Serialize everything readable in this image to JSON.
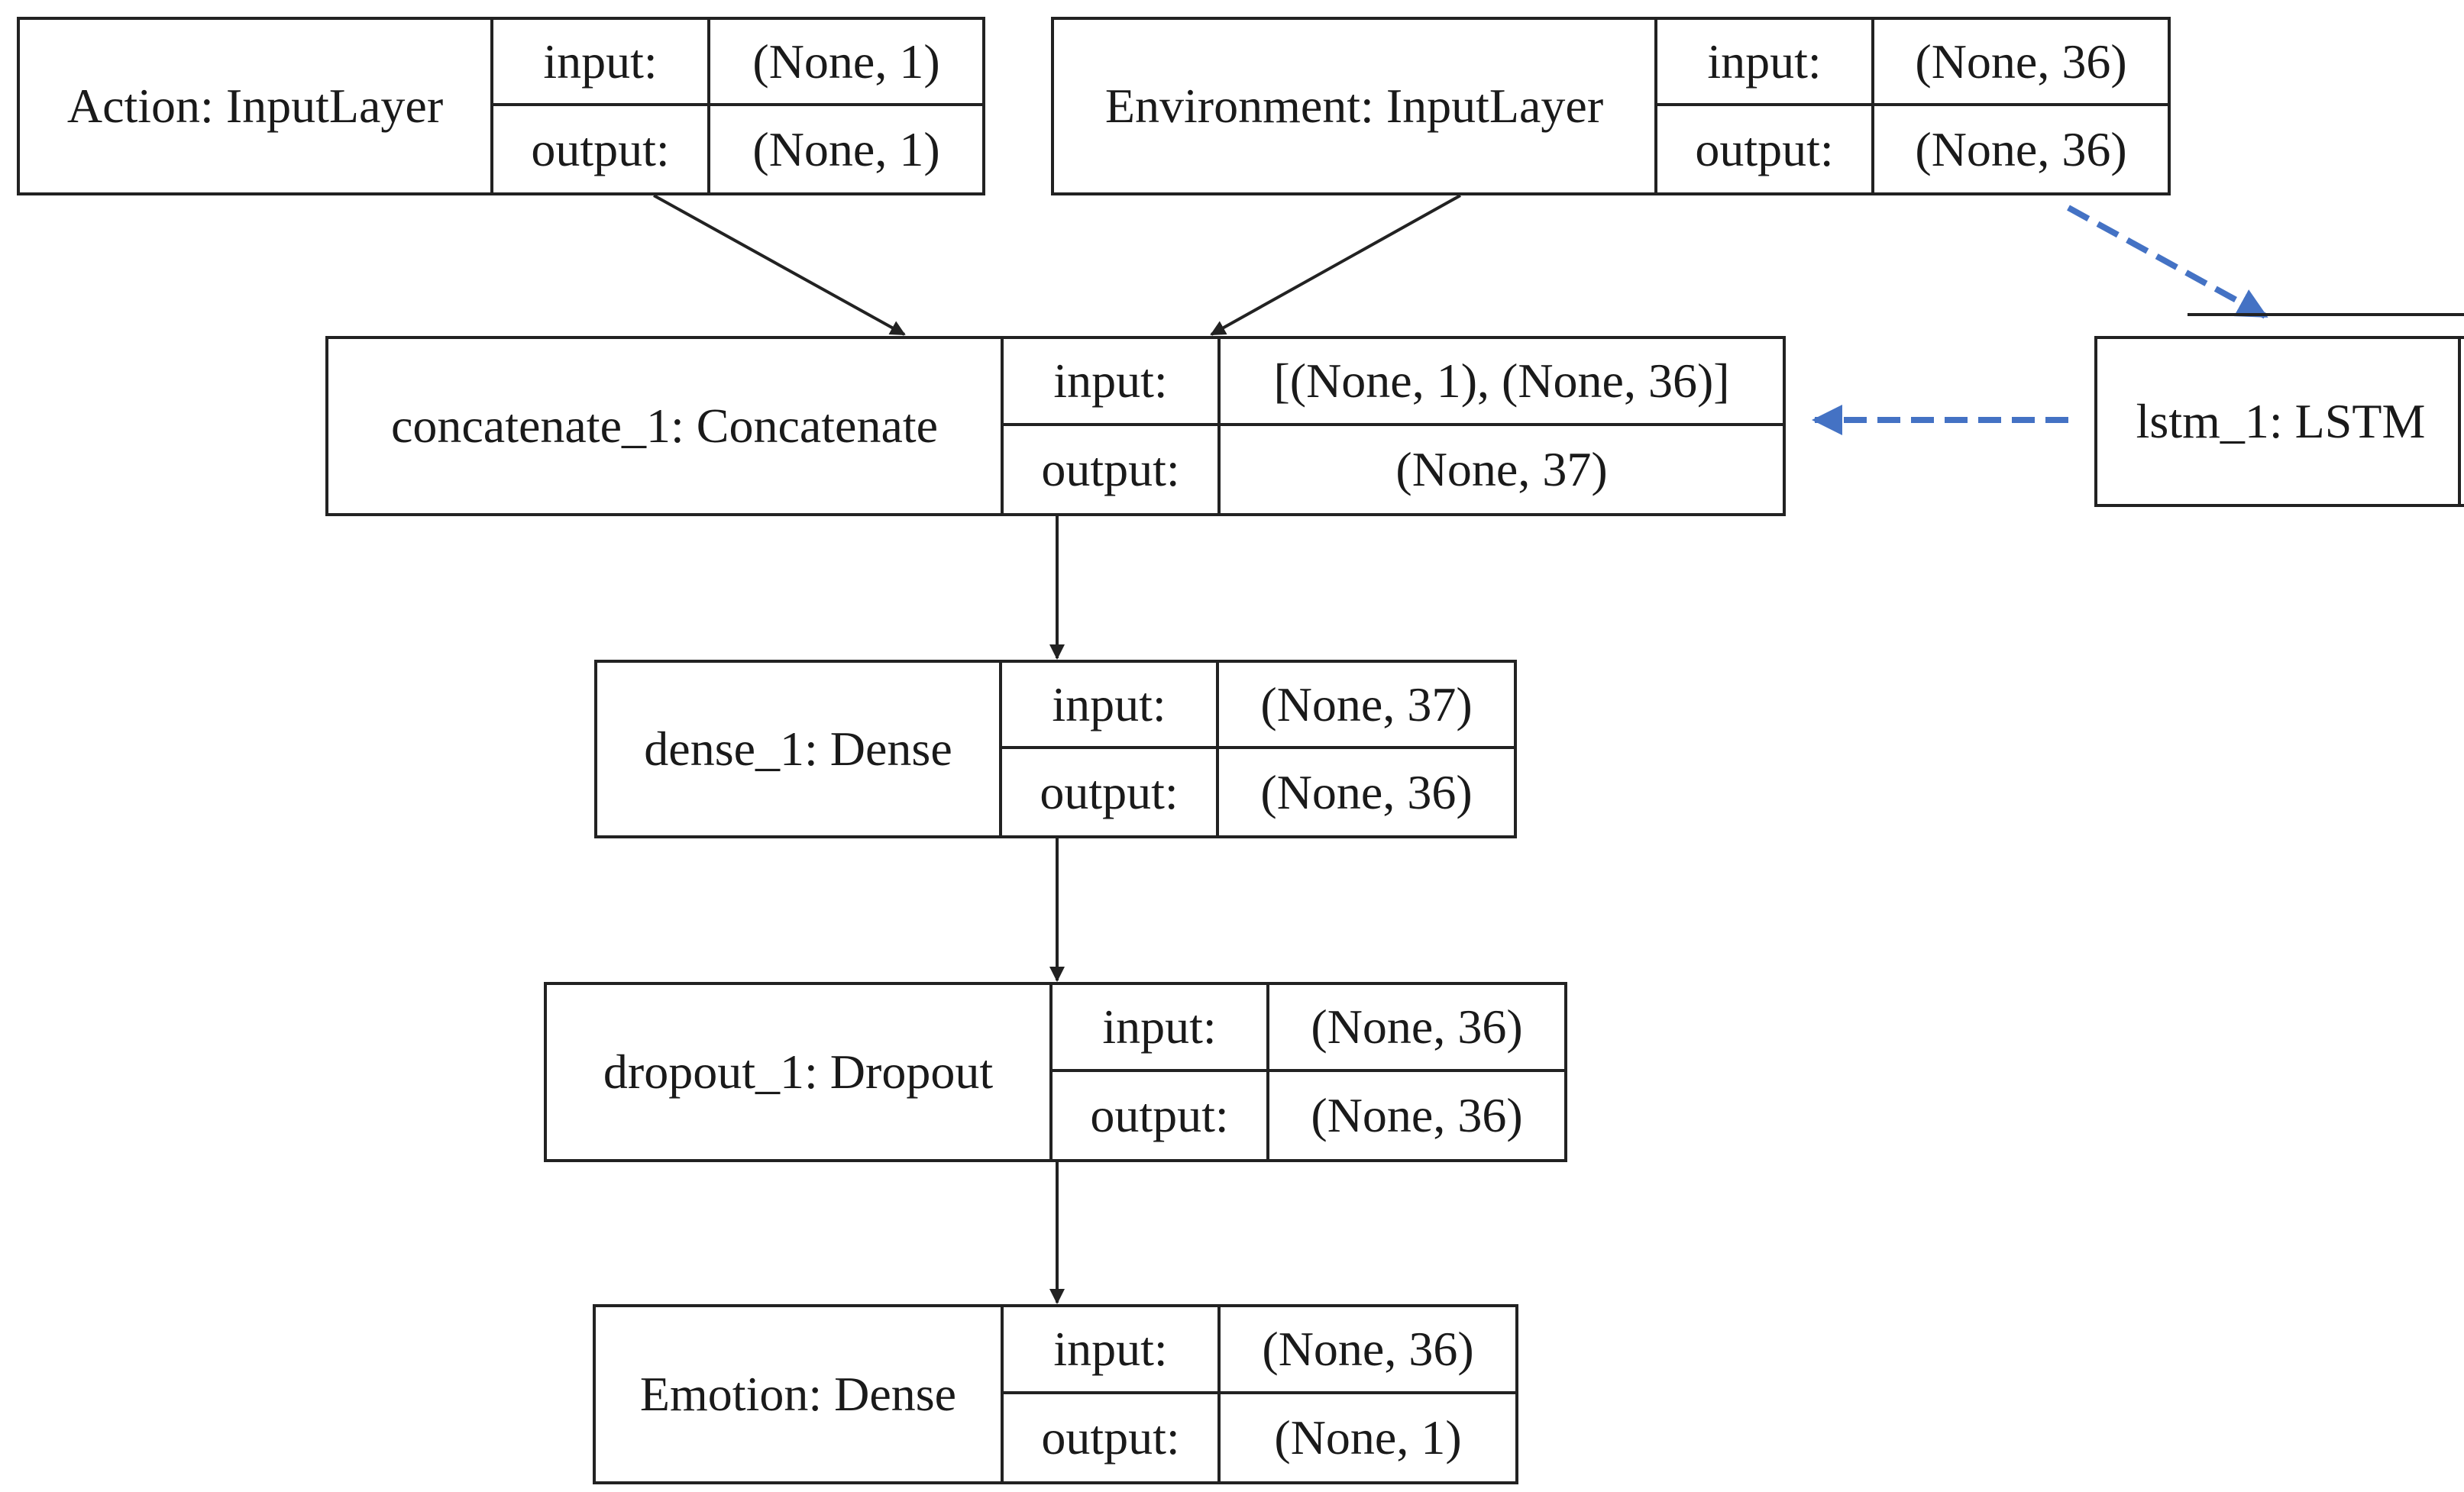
{
  "colors": {
    "line": "#222222",
    "dashed_edge": "#4472c4",
    "background": "#ffffff"
  },
  "nodes": {
    "action": {
      "name": "Action: InputLayer",
      "input_label": "input:",
      "output_label": "output:",
      "input": "(None, 1)",
      "output": "(None, 1)"
    },
    "environment": {
      "name": "Environment: InputLayer",
      "input_label": "input:",
      "output_label": "output:",
      "input": "(None, 36)",
      "output": "(None, 36)"
    },
    "concatenate": {
      "name": "concatenate_1: Concatenate",
      "input_label": "input:",
      "output_label": "output:",
      "input": "[(None, 1), (None, 36)]",
      "output": "(None, 37)"
    },
    "dense": {
      "name": "dense_1: Dense",
      "input_label": "input:",
      "output_label": "output:",
      "input": "(None, 37)",
      "output": "(None, 36)"
    },
    "dropout": {
      "name": "dropout_1: Dropout",
      "input_label": "input:",
      "output_label": "output:",
      "input": "(None, 36)",
      "output": "(None, 36)"
    },
    "emotion": {
      "name": "Emotion: Dense",
      "input_label": "input:",
      "output_label": "output:",
      "input": "(None, 36)",
      "output": "(None, 1)"
    },
    "lstm": {
      "name": "lstm_1: LSTM"
    }
  },
  "edges": [
    {
      "from": "action",
      "to": "concatenate",
      "style": "solid"
    },
    {
      "from": "environment",
      "to": "concatenate",
      "style": "solid"
    },
    {
      "from": "concatenate",
      "to": "dense",
      "style": "solid"
    },
    {
      "from": "dense",
      "to": "dropout",
      "style": "solid"
    },
    {
      "from": "dropout",
      "to": "emotion",
      "style": "solid"
    },
    {
      "from": "environment",
      "to": "lstm",
      "style": "dashed"
    },
    {
      "from": "lstm",
      "to": "concatenate",
      "style": "dashed"
    }
  ]
}
